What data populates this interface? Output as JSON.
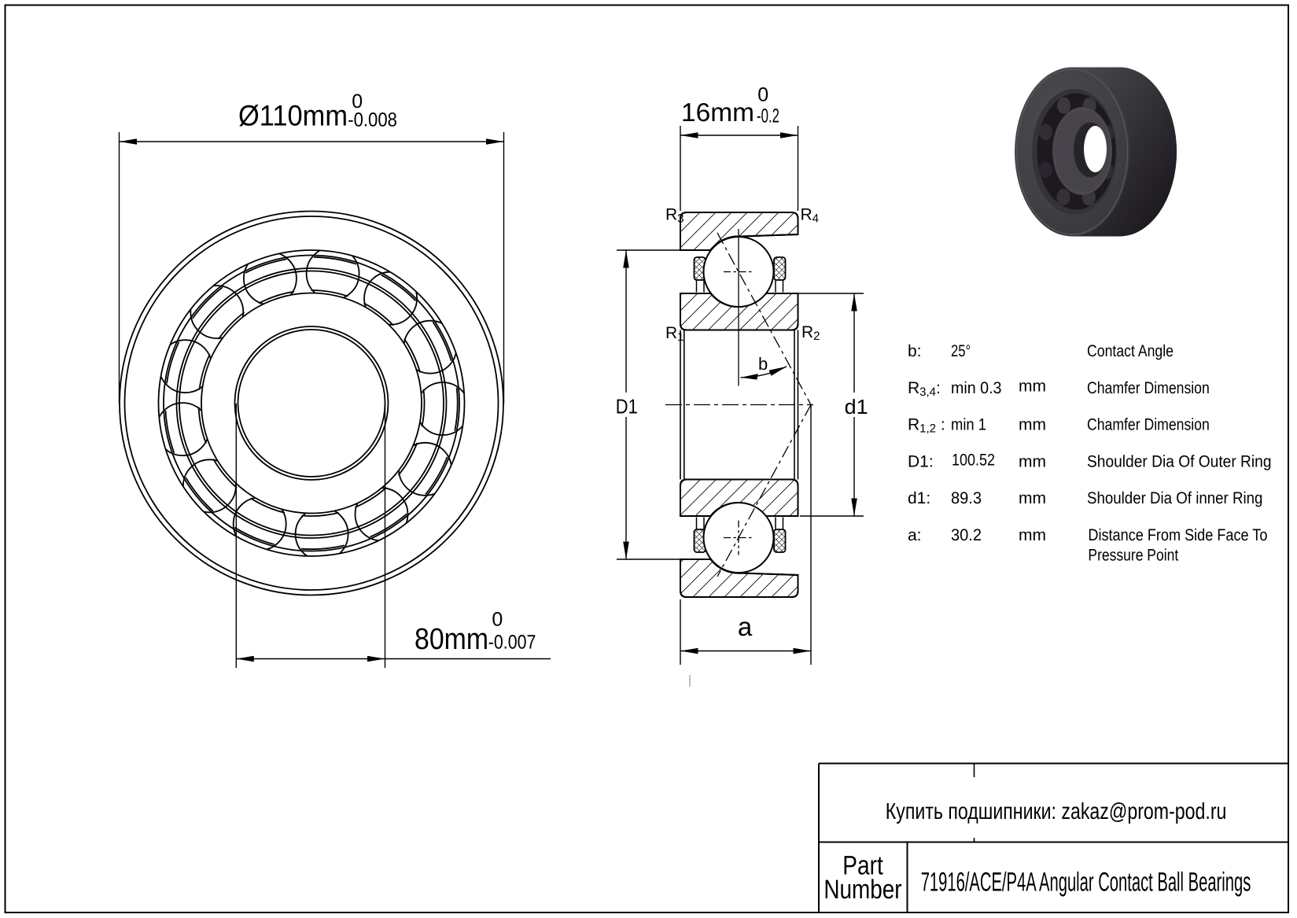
{
  "page": {
    "background": "#ffffff",
    "line_color": "#000000",
    "render_colors": {
      "body_dark": "#1c171d",
      "body_mid": "#3f3e43",
      "face_ring": "#434146",
      "cavity": "#211c23",
      "inner_face": "#4a484d",
      "highlight": "#5a595e"
    }
  },
  "front_view": {
    "outer_dim": {
      "text": "Ø110mm",
      "sup": "0",
      "sub": "-0.008"
    },
    "bore_dim": {
      "text": "80mm",
      "sup": "0",
      "sub": "-0.007"
    }
  },
  "section_view": {
    "width_dim": {
      "text": "16mm",
      "sup": "0",
      "sub": "-0.2"
    },
    "labels": {
      "r3": {
        "main": "R",
        "sub": "3"
      },
      "r4": {
        "main": "R",
        "sub": "4"
      },
      "r1": {
        "main": "R",
        "sub": "1"
      },
      "r2": {
        "main": "R",
        "sub": "2"
      },
      "shoulder_outer": "D1",
      "shoulder_inner": "d1",
      "angle": "b",
      "distance": "a"
    }
  },
  "spec_table": {
    "rows": [
      {
        "label": "b:",
        "label_sub": "",
        "label_tail": "",
        "value": "25°",
        "unit": "",
        "desc": "Contact Angle",
        "desc2": ""
      },
      {
        "label": "R",
        "label_sub": "3,4",
        "label_tail": ":",
        "value": "min  0.3",
        "unit": "mm",
        "desc": "Chamfer Dimension",
        "desc2": ""
      },
      {
        "label": "R",
        "label_sub": "1,2",
        "label_tail": " :",
        "value": "min  1",
        "unit": "mm",
        "desc": "Chamfer Dimension",
        "desc2": ""
      },
      {
        "label": "D1:",
        "label_sub": "",
        "label_tail": "",
        "value": "100.52",
        "unit": "mm",
        "desc": "Shoulder Dia Of Outer Ring",
        "desc2": ""
      },
      {
        "label": "d1:",
        "label_sub": "",
        "label_tail": "",
        "value": "89.3",
        "unit": "mm",
        "desc": "Shoulder Dia Of inner Ring",
        "desc2": ""
      },
      {
        "label": "a:",
        "label_sub": "",
        "label_tail": "",
        "value": "30.2",
        "unit": "mm",
        "desc": "Distance From Side Face To",
        "desc2": "Pressure Point"
      }
    ]
  },
  "footer": {
    "contact": "Купить подшипники: zakaz@prom-pod.ru",
    "part_label_line1": "Part",
    "part_label_line2": "Number",
    "part_value": "71916/ACE/P4A Angular Contact Ball Bearings"
  }
}
